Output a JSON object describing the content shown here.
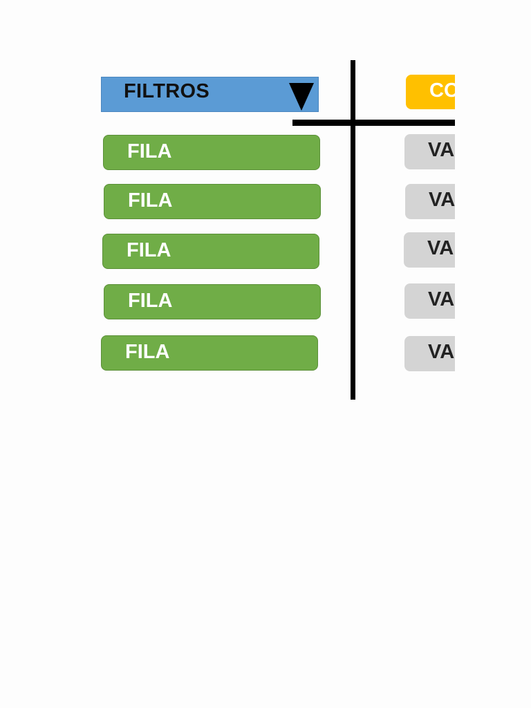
{
  "filters": {
    "label": "FILTROS",
    "arrow_icon": "triangle-down-icon"
  },
  "columns": {
    "label": "CO"
  },
  "rows": [
    {
      "label": "FILA",
      "value": "VA"
    },
    {
      "label": "FILA",
      "value": "VA"
    },
    {
      "label": "FILA",
      "value": "VA"
    },
    {
      "label": "FILA",
      "value": "VA"
    },
    {
      "label": "FILA",
      "value": "VA"
    }
  ],
  "colors": {
    "filter_bg": "#5b9bd5",
    "column_bg": "#ffc000",
    "row_bg": "#70ad47",
    "value_bg": "#d4d4d4"
  }
}
